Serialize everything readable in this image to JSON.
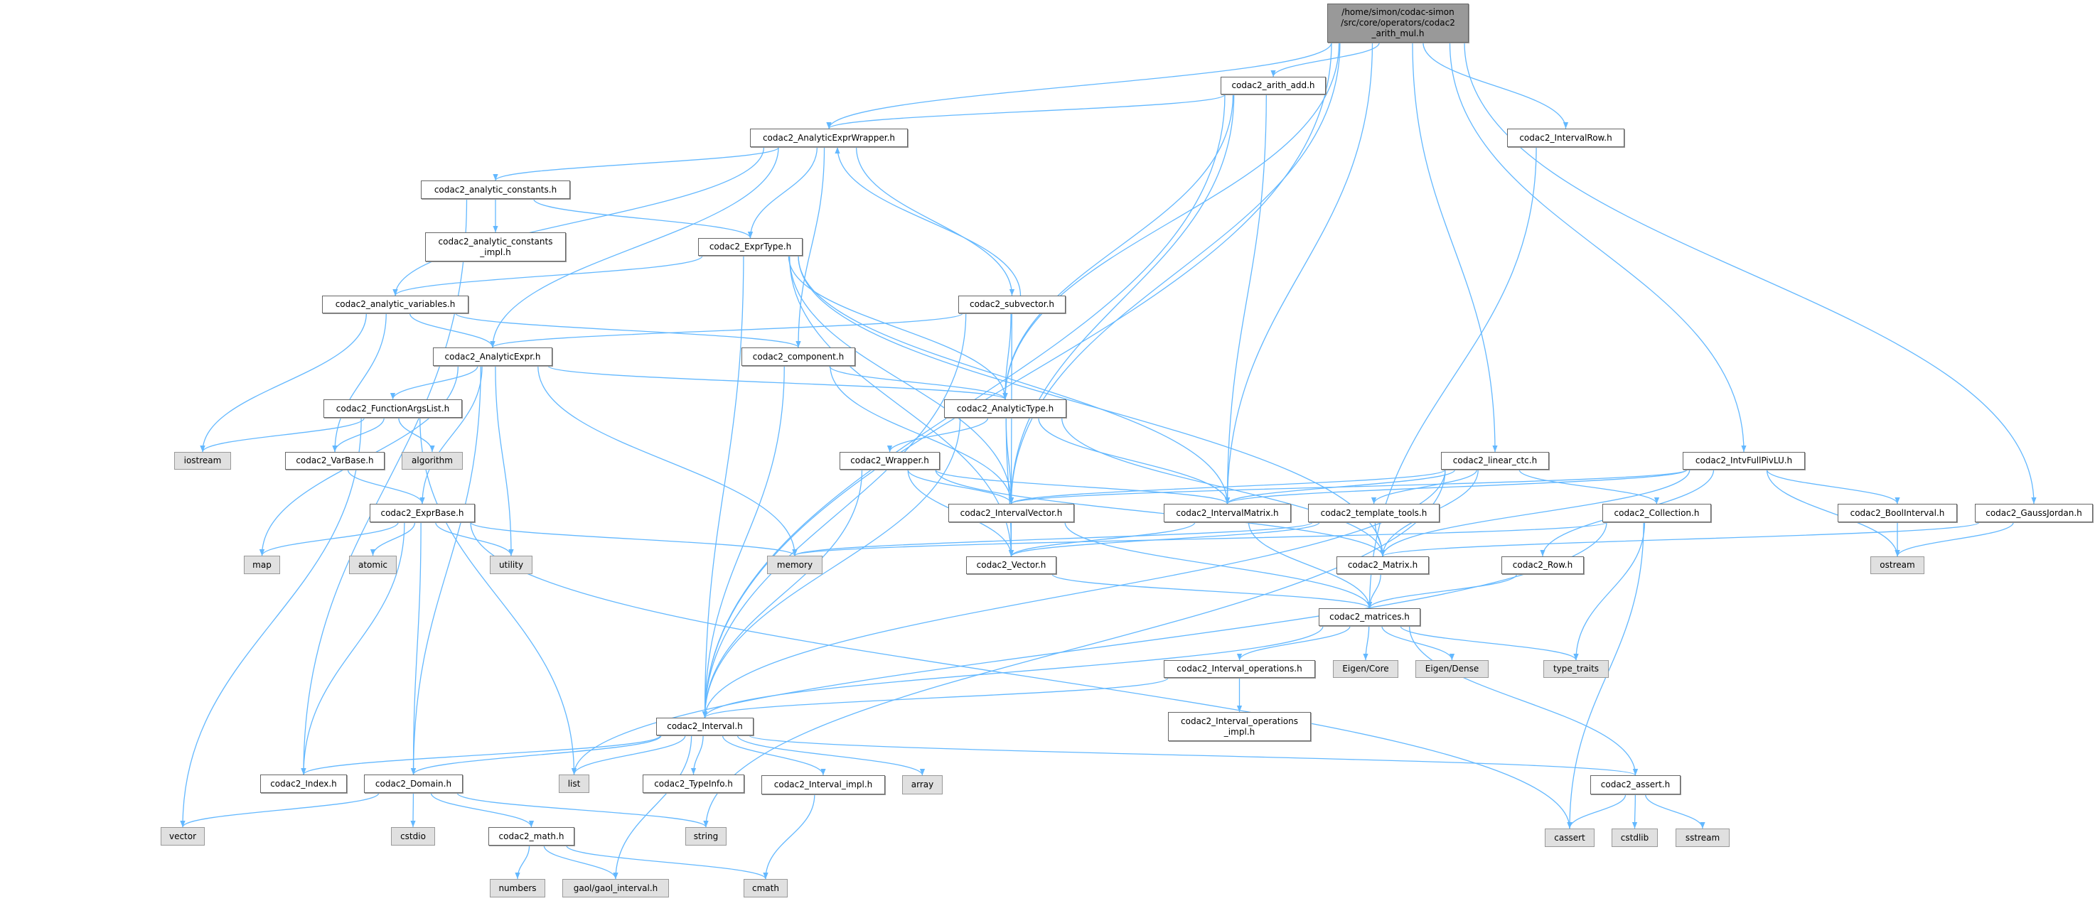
{
  "graph": {
    "title": "Include dependency graph for codac2_arith_mul.h",
    "colors": {
      "edge": "#63b8ff",
      "root_fill": "#999999",
      "system_fill": "#e0e0e0",
      "node_fill": "#ffffff"
    },
    "nodes": [
      {
        "id": "root",
        "label": "/home/simon/codac-simon\n/src/core/operators/codac2\n_arith_mul.h",
        "kind": "root"
      },
      {
        "id": "arith_add",
        "label": "codac2_arith_add.h",
        "kind": "file"
      },
      {
        "id": "wrapper",
        "label": "codac2_AnalyticExprWrapper.h",
        "kind": "file"
      },
      {
        "id": "intervalrow",
        "label": "codac2_IntervalRow.h",
        "kind": "file"
      },
      {
        "id": "aconst",
        "label": "codac2_analytic_constants.h",
        "kind": "file"
      },
      {
        "id": "aconst_impl",
        "label": "codac2_analytic_constants\n_impl.h",
        "kind": "file"
      },
      {
        "id": "exprtype",
        "label": "codac2_ExprType.h",
        "kind": "file"
      },
      {
        "id": "avars",
        "label": "codac2_analytic_variables.h",
        "kind": "file"
      },
      {
        "id": "subvector",
        "label": "codac2_subvector.h",
        "kind": "file"
      },
      {
        "id": "aexpr",
        "label": "codac2_AnalyticExpr.h",
        "kind": "file"
      },
      {
        "id": "component",
        "label": "codac2_component.h",
        "kind": "file"
      },
      {
        "id": "atype",
        "label": "codac2_AnalyticType.h",
        "kind": "file"
      },
      {
        "id": "fargs",
        "label": "codac2_FunctionArgsList.h",
        "kind": "file"
      },
      {
        "id": "iostream",
        "label": "iostream",
        "kind": "system"
      },
      {
        "id": "varbase",
        "label": "codac2_VarBase.h",
        "kind": "file"
      },
      {
        "id": "algorithm",
        "label": "algorithm",
        "kind": "system"
      },
      {
        "id": "wrap",
        "label": "codac2_Wrapper.h",
        "kind": "file"
      },
      {
        "id": "linear_ctc",
        "label": "codac2_linear_ctc.h",
        "kind": "file"
      },
      {
        "id": "intvlu",
        "label": "codac2_IntvFullPivLU.h",
        "kind": "file"
      },
      {
        "id": "exprbase",
        "label": "codac2_ExprBase.h",
        "kind": "file"
      },
      {
        "id": "ivec",
        "label": "codac2_IntervalVector.h",
        "kind": "file"
      },
      {
        "id": "imat",
        "label": "codac2_IntervalMatrix.h",
        "kind": "file"
      },
      {
        "id": "ttools",
        "label": "codac2_template_tools.h",
        "kind": "file"
      },
      {
        "id": "collection",
        "label": "codac2_Collection.h",
        "kind": "file"
      },
      {
        "id": "boolint",
        "label": "codac2_BoolInterval.h",
        "kind": "file"
      },
      {
        "id": "gauss",
        "label": "codac2_GaussJordan.h",
        "kind": "file"
      },
      {
        "id": "map",
        "label": "map",
        "kind": "system"
      },
      {
        "id": "atomic",
        "label": "atomic",
        "kind": "system"
      },
      {
        "id": "utility",
        "label": "utility",
        "kind": "system"
      },
      {
        "id": "memory",
        "label": "memory",
        "kind": "system"
      },
      {
        "id": "vector_h",
        "label": "codac2_Vector.h",
        "kind": "file"
      },
      {
        "id": "matrix_h",
        "label": "codac2_Matrix.h",
        "kind": "file"
      },
      {
        "id": "row",
        "label": "codac2_Row.h",
        "kind": "file"
      },
      {
        "id": "ostream",
        "label": "ostream",
        "kind": "system"
      },
      {
        "id": "matrices",
        "label": "codac2_matrices.h",
        "kind": "file"
      },
      {
        "id": "iops",
        "label": "codac2_Interval_operations.h",
        "kind": "file"
      },
      {
        "id": "eigencore",
        "label": "Eigen/Core",
        "kind": "system"
      },
      {
        "id": "eigendense",
        "label": "Eigen/Dense",
        "kind": "system"
      },
      {
        "id": "typetraits",
        "label": "type_traits",
        "kind": "system"
      },
      {
        "id": "iops_impl",
        "label": "codac2_Interval_operations\n_impl.h",
        "kind": "file"
      },
      {
        "id": "interval",
        "label": "codac2_Interval.h",
        "kind": "file"
      },
      {
        "id": "index",
        "label": "codac2_Index.h",
        "kind": "file"
      },
      {
        "id": "domain",
        "label": "codac2_Domain.h",
        "kind": "file"
      },
      {
        "id": "list",
        "label": "list",
        "kind": "system"
      },
      {
        "id": "typeinfo",
        "label": "codac2_TypeInfo.h",
        "kind": "file"
      },
      {
        "id": "iimpl",
        "label": "codac2_Interval_impl.h",
        "kind": "file"
      },
      {
        "id": "array",
        "label": "array",
        "kind": "system"
      },
      {
        "id": "assert",
        "label": "codac2_assert.h",
        "kind": "file"
      },
      {
        "id": "vector",
        "label": "vector",
        "kind": "system"
      },
      {
        "id": "cstdio",
        "label": "cstdio",
        "kind": "system"
      },
      {
        "id": "math",
        "label": "codac2_math.h",
        "kind": "file"
      },
      {
        "id": "string",
        "label": "string",
        "kind": "system"
      },
      {
        "id": "cassert",
        "label": "cassert",
        "kind": "system"
      },
      {
        "id": "cstdlib",
        "label": "cstdlib",
        "kind": "system"
      },
      {
        "id": "sstream",
        "label": "sstream",
        "kind": "system"
      },
      {
        "id": "numbers",
        "label": "numbers",
        "kind": "system"
      },
      {
        "id": "gaol",
        "label": "gaol/gaol_interval.h",
        "kind": "system"
      },
      {
        "id": "cmath",
        "label": "cmath",
        "kind": "system"
      }
    ],
    "edges": [
      [
        "root",
        "arith_add"
      ],
      [
        "root",
        "wrapper"
      ],
      [
        "root",
        "intervalrow"
      ],
      [
        "root",
        "linear_ctc"
      ],
      [
        "root",
        "intvlu"
      ],
      [
        "root",
        "gauss"
      ],
      [
        "root",
        "atype"
      ],
      [
        "root",
        "ivec"
      ],
      [
        "root",
        "imat"
      ],
      [
        "root",
        "interval"
      ],
      [
        "arith_add",
        "wrapper"
      ],
      [
        "arith_add",
        "atype"
      ],
      [
        "arith_add",
        "ivec"
      ],
      [
        "arith_add",
        "imat"
      ],
      [
        "arith_add",
        "interval"
      ],
      [
        "wrapper",
        "aconst"
      ],
      [
        "wrapper",
        "avars"
      ],
      [
        "wrapper",
        "aexpr"
      ],
      [
        "wrapper",
        "exprtype"
      ],
      [
        "wrapper",
        "component"
      ],
      [
        "wrapper",
        "subvector"
      ],
      [
        "subvector",
        "wrapper"
      ],
      [
        "subvector",
        "aexpr"
      ],
      [
        "subvector",
        "atype"
      ],
      [
        "subvector",
        "ivec"
      ],
      [
        "subvector",
        "interval"
      ],
      [
        "aconst",
        "aconst_impl"
      ],
      [
        "aconst",
        "exprtype"
      ],
      [
        "aconst",
        "index"
      ],
      [
        "exprtype",
        "avars"
      ],
      [
        "exprtype",
        "atype"
      ],
      [
        "exprtype",
        "interval"
      ],
      [
        "exprtype",
        "ivec"
      ],
      [
        "exprtype",
        "imat"
      ],
      [
        "exprtype",
        "vector_h"
      ],
      [
        "exprtype",
        "matrix_h"
      ],
      [
        "avars",
        "aexpr"
      ],
      [
        "avars",
        "component"
      ],
      [
        "avars",
        "varbase"
      ],
      [
        "avars",
        "iostream"
      ],
      [
        "aexpr",
        "fargs"
      ],
      [
        "aexpr",
        "atype"
      ],
      [
        "aexpr",
        "exprbase"
      ],
      [
        "aexpr",
        "map"
      ],
      [
        "aexpr",
        "utility"
      ],
      [
        "aexpr",
        "memory"
      ],
      [
        "aexpr",
        "domain"
      ],
      [
        "component",
        "atype"
      ],
      [
        "component",
        "ivec"
      ],
      [
        "component",
        "interval"
      ],
      [
        "atype",
        "wrap"
      ],
      [
        "atype",
        "ivec"
      ],
      [
        "atype",
        "imat"
      ],
      [
        "atype",
        "interval"
      ],
      [
        "atype",
        "vector_h"
      ],
      [
        "atype",
        "matrix_h"
      ],
      [
        "fargs",
        "iostream"
      ],
      [
        "fargs",
        "varbase"
      ],
      [
        "fargs",
        "algorithm"
      ],
      [
        "fargs",
        "list"
      ],
      [
        "fargs",
        "vector"
      ],
      [
        "varbase",
        "exprbase"
      ],
      [
        "exprbase",
        "map"
      ],
      [
        "exprbase",
        "atomic"
      ],
      [
        "exprbase",
        "utility"
      ],
      [
        "exprbase",
        "memory"
      ],
      [
        "exprbase",
        "index"
      ],
      [
        "exprbase",
        "domain"
      ],
      [
        "exprbase",
        "cassert"
      ],
      [
        "wrap",
        "ivec"
      ],
      [
        "wrap",
        "imat"
      ],
      [
        "wrap",
        "vector_h"
      ],
      [
        "wrap",
        "matrix_h"
      ],
      [
        "wrap",
        "interval"
      ],
      [
        "ivec",
        "vector_h"
      ],
      [
        "ivec",
        "matrices"
      ],
      [
        "imat",
        "matrices"
      ],
      [
        "imat",
        "vector_h"
      ],
      [
        "ttools",
        "memory"
      ],
      [
        "ttools",
        "vector_h"
      ],
      [
        "ttools",
        "matrix_h"
      ],
      [
        "linear_ctc",
        "ivec"
      ],
      [
        "linear_ctc",
        "imat"
      ],
      [
        "linear_ctc",
        "matrix_h"
      ],
      [
        "linear_ctc",
        "ttools"
      ],
      [
        "linear_ctc",
        "collection"
      ],
      [
        "linear_ctc",
        "interval"
      ],
      [
        "linear_ctc",
        "string"
      ],
      [
        "intvlu",
        "imat"
      ],
      [
        "intvlu",
        "ivec"
      ],
      [
        "intvlu",
        "matrix_h"
      ],
      [
        "intvlu",
        "boolint"
      ],
      [
        "intvlu",
        "ostream"
      ],
      [
        "intvlu",
        "row"
      ],
      [
        "collection",
        "memory"
      ],
      [
        "collection",
        "typetraits"
      ],
      [
        "collection",
        "list"
      ],
      [
        "collection",
        "cassert"
      ],
      [
        "boolint",
        "ostream"
      ],
      [
        "gauss",
        "matrix_h"
      ],
      [
        "gauss",
        "ostream"
      ],
      [
        "vector_h",
        "matrices"
      ],
      [
        "matrix_h",
        "matrices"
      ],
      [
        "row",
        "matrices"
      ],
      [
        "intervalrow",
        "matrices"
      ],
      [
        "matrices",
        "iops"
      ],
      [
        "matrices",
        "eigencore"
      ],
      [
        "matrices",
        "eigendense"
      ],
      [
        "matrices",
        "typetraits"
      ],
      [
        "matrices",
        "interval"
      ],
      [
        "matrices",
        "assert"
      ],
      [
        "iops",
        "iops_impl"
      ],
      [
        "iops",
        "interval"
      ],
      [
        "interval",
        "index"
      ],
      [
        "interval",
        "domain"
      ],
      [
        "interval",
        "list"
      ],
      [
        "interval",
        "typeinfo"
      ],
      [
        "interval",
        "iimpl"
      ],
      [
        "interval",
        "array"
      ],
      [
        "interval",
        "assert"
      ],
      [
        "interval",
        "gaol"
      ],
      [
        "iimpl",
        "cmath"
      ],
      [
        "assert",
        "cassert"
      ],
      [
        "assert",
        "cstdlib"
      ],
      [
        "assert",
        "sstream"
      ],
      [
        "domain",
        "vector"
      ],
      [
        "domain",
        "cstdio"
      ],
      [
        "domain",
        "math"
      ],
      [
        "domain",
        "string"
      ],
      [
        "math",
        "numbers"
      ],
      [
        "math",
        "gaol"
      ],
      [
        "math",
        "cmath"
      ]
    ]
  }
}
